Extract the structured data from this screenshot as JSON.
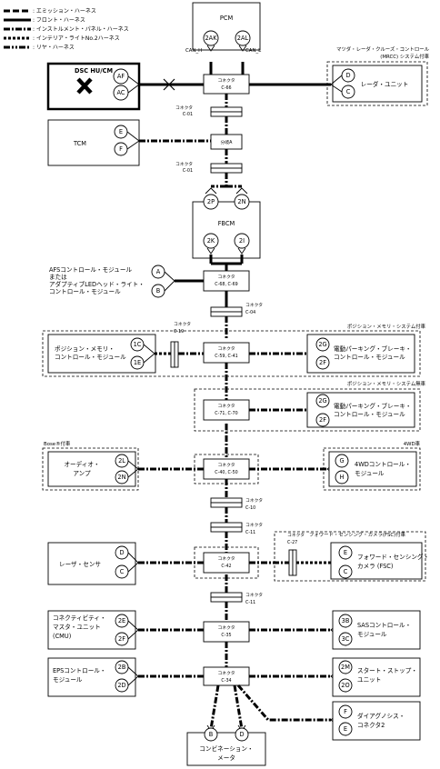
{
  "legend": [
    {
      "label": ": エミッション・ハーネス",
      "style": "emission"
    },
    {
      "label": ": フロント・ハーネス",
      "style": "front"
    },
    {
      "label": ": インストルメント・パネル・ハーネス",
      "style": "instrument"
    },
    {
      "label": ": インテリア・ライトNo.2ハーネス",
      "style": "interior"
    },
    {
      "label": ": リヤ・ハーネス",
      "style": "rear"
    }
  ],
  "modules": {
    "pcm": {
      "name": "PCM",
      "pins": [
        "2AK",
        "2AL"
      ],
      "lines": [
        "CAN_H",
        "CAN_L"
      ]
    },
    "dsc": {
      "name": "DSC HU/CM",
      "pins": [
        "AF",
        "AC"
      ]
    },
    "radar": {
      "name": "レーダ・ユニット",
      "pins": [
        "D",
        "C"
      ],
      "note": "マツダ・レーダ・クルーズ・コントロール (MRCC) システム付車"
    },
    "tcm": {
      "name": "TCM",
      "pins": [
        "E",
        "F"
      ]
    },
    "fbcm": {
      "name": "FBCM",
      "pins": [
        "2P",
        "2N",
        "2K",
        "2I"
      ]
    },
    "afs": {
      "name": "AFSコントロール・モジュール または アダプティブLEDヘッド・ライト・ コントロール・モジュール",
      "pins": [
        "A",
        "B"
      ]
    },
    "psm": {
      "name": "ポジション・メモリ・ コントロール・モジュール",
      "pins": [
        "1C",
        "1E"
      ]
    },
    "epb1": {
      "name": "電動パーキング・ブレーキ・ コントロール・モジュール",
      "pins": [
        "2G",
        "2F"
      ],
      "note": "ポジション・メモリ・システム付車"
    },
    "epb2": {
      "name": "電動パーキング・ブレーキ・ コントロール・モジュール",
      "pins": [
        "2G",
        "2F"
      ],
      "note": "ポジション・メモリ・システム無車"
    },
    "audio": {
      "name": "オーディオ・ アンプ",
      "pins": [
        "2L",
        "2N"
      ],
      "note": "Bose®付車"
    },
    "awd": {
      "name": "4WDコントロール・ モジュール",
      "pins": [
        "G",
        "H"
      ],
      "note": "4WD車"
    },
    "laser": {
      "name": "レーザ・センサ",
      "pins": [
        "D",
        "C"
      ]
    },
    "fsc": {
      "name": "フォワード・センシング・ カメラ (FSC)",
      "pins": [
        "E",
        "C"
      ],
      "note": "フォワード・センシング・カメラ(FSC)付車"
    },
    "cmu": {
      "name": "コネクティビティ・ マスタ・ユニット (CMU)",
      "pins": [
        "2E",
        "2F"
      ]
    },
    "sas": {
      "name": "SASコントロール・ モジュール",
      "pins": [
        "3B",
        "3C"
      ]
    },
    "eps": {
      "name": "EPSコントロール・ モジュール",
      "pins": [
        "2B",
        "2D"
      ]
    },
    "sss": {
      "name": "スタート・ストップ・ ユニット",
      "pins": [
        "2M",
        "2O"
      ]
    },
    "dlc": {
      "name": "ダイアグノシス・ コネクタ2",
      "pins": [
        "F",
        "E"
      ]
    },
    "meter": {
      "name": "コンビネーション・ メータ",
      "pins": [
        "B",
        "D"
      ]
    }
  },
  "junctions": {
    "c66": "コネクタ C-66",
    "c68": "コネクタ C-68, C-69",
    "c59": "コネクタ C-59, C-41",
    "c71": "コネクタ C-71, C-70",
    "c40": "コネクタ C-40, C-50",
    "c42": "コネクタ C-42",
    "c35": "コネクタ C-35",
    "c34": "コネクタ C-34",
    "branch": "分岐A"
  },
  "inline_connectors": {
    "c01a": "コネクタ C-01",
    "c01b": "コネクタ C-01",
    "c04": "コネクタ C-04",
    "c19": "コネクタ C-19",
    "c10": "コネクタ C-10",
    "c11a": "コネクタ C-11",
    "c27": "コネクタ C-27",
    "c11b": "コネクタ C-11"
  }
}
